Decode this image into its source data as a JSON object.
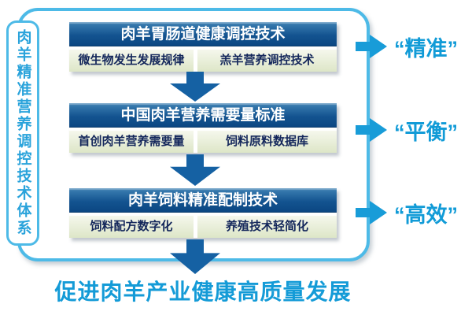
{
  "side_title": "肉羊精准营养调控技术体系",
  "blocks": [
    {
      "header": "肉羊胃肠道健康调控技术",
      "items": [
        "微生物发生发展规律",
        "羔羊营养调控技术"
      ],
      "tag": "“精准”"
    },
    {
      "header": "中国肉羊营养需要量标准",
      "items": [
        "首创肉羊营养需要量",
        "饲料原料数据库"
      ],
      "tag": "“平衡”"
    },
    {
      "header": "肉羊饲料精准配制技术",
      "items": [
        "饲料配方数字化",
        "养殖技术轻简化"
      ],
      "tag": "“高效”"
    }
  ],
  "footer": "促进肉羊产业健康高质量发展",
  "colors": {
    "accent_blue": "#189cd8",
    "frame_border_blue": "#4dbae7",
    "header_dark_blue": "#0e4d8b",
    "down_arrow_blue": "#1561a3",
    "cell_light_green": "#dfe7cb",
    "cell_text_navy": "#14275b",
    "tag_text_blue": "#119bd7"
  }
}
